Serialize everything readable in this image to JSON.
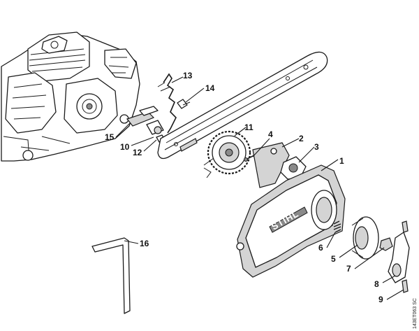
{
  "brand": "STIHL",
  "document_code": "143ET063 SC",
  "callouts": [
    {
      "id": "1",
      "part": "sprocket-cover"
    },
    {
      "id": "2",
      "part": "chain-catcher-plate"
    },
    {
      "id": "3",
      "part": "collar-nut"
    },
    {
      "id": "4",
      "part": "screw"
    },
    {
      "id": "5",
      "part": "tensioner-wheel"
    },
    {
      "id": "6",
      "part": "spring"
    },
    {
      "id": "7",
      "part": "knob"
    },
    {
      "id": "8",
      "part": "lever"
    },
    {
      "id": "9",
      "part": "pin"
    },
    {
      "id": "10",
      "part": "plate"
    },
    {
      "id": "11",
      "part": "chain-tensioner-gear"
    },
    {
      "id": "12",
      "part": "nut"
    },
    {
      "id": "13",
      "part": "spring-clip"
    },
    {
      "id": "14",
      "part": "screw"
    },
    {
      "id": "15",
      "part": "guide-plate"
    },
    {
      "id": "16",
      "part": "hex-key"
    }
  ]
}
